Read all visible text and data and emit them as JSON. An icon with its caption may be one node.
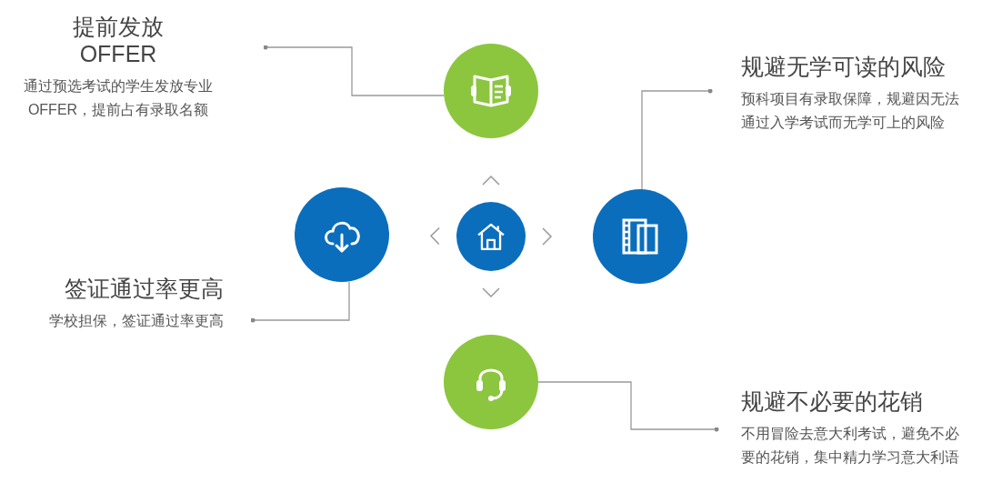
{
  "diagram": {
    "nodes": [
      {
        "text": [
          "提前发放 OFFER",
          "通过预选考试的学生发放专业OFFER，提前占有录取名额"
        ]
      },
      {
        "text": [],
        "shape": "circle"
      },
      {
        "text": [
          "规避无学可读的风险",
          "预科项目有录取保障，规避因无法通过入学考试而无学可上的风险"
        ]
      },
      {
        "text": [],
        "shape": "circle"
      },
      {
        "text": [],
        "shape": "circle"
      },
      {
        "text": [],
        "shape": "circle"
      },
      {
        "text": [
          "签证通过率更高",
          "学校担保，签证通过率更高"
        ]
      },
      {
        "text": [],
        "shape": "circle"
      },
      {
        "text": [
          "规避不必要的花销",
          "不用冒险去意大利考试，避免不必要的花销，集中精力学习意大利语"
        ]
      }
    ],
    "edges": [
      {
        "from": 0,
        "to": 1,
        "arrow": "other"
      },
      {
        "from": 2,
        "to": 5,
        "arrow": "other"
      },
      {
        "from": 6,
        "to": 3,
        "arrow": "other"
      },
      {
        "from": 8,
        "to": 7,
        "arrow": "other"
      },
      {
        "from": 4,
        "to": 1,
        "arrow": "to"
      },
      {
        "from": 4,
        "to": 3,
        "arrow": "to"
      },
      {
        "from": 4,
        "to": 5,
        "arrow": "to"
      },
      {
        "from": 4,
        "to": 7,
        "arrow": "to"
      }
    ]
  }
}
